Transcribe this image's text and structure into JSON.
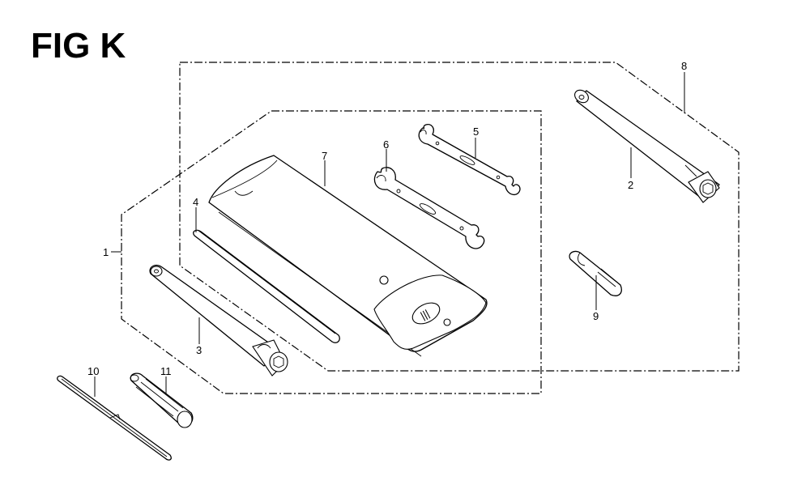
{
  "figure": {
    "title": "FIG K",
    "callouts": {
      "c1": "1",
      "c2": "2",
      "c3": "3",
      "c4": "4",
      "c5": "5",
      "c6": "6",
      "c7": "7",
      "c8": "8",
      "c9": "9",
      "c10": "10",
      "c11": "11"
    },
    "pouch_emblem": "|||"
  }
}
